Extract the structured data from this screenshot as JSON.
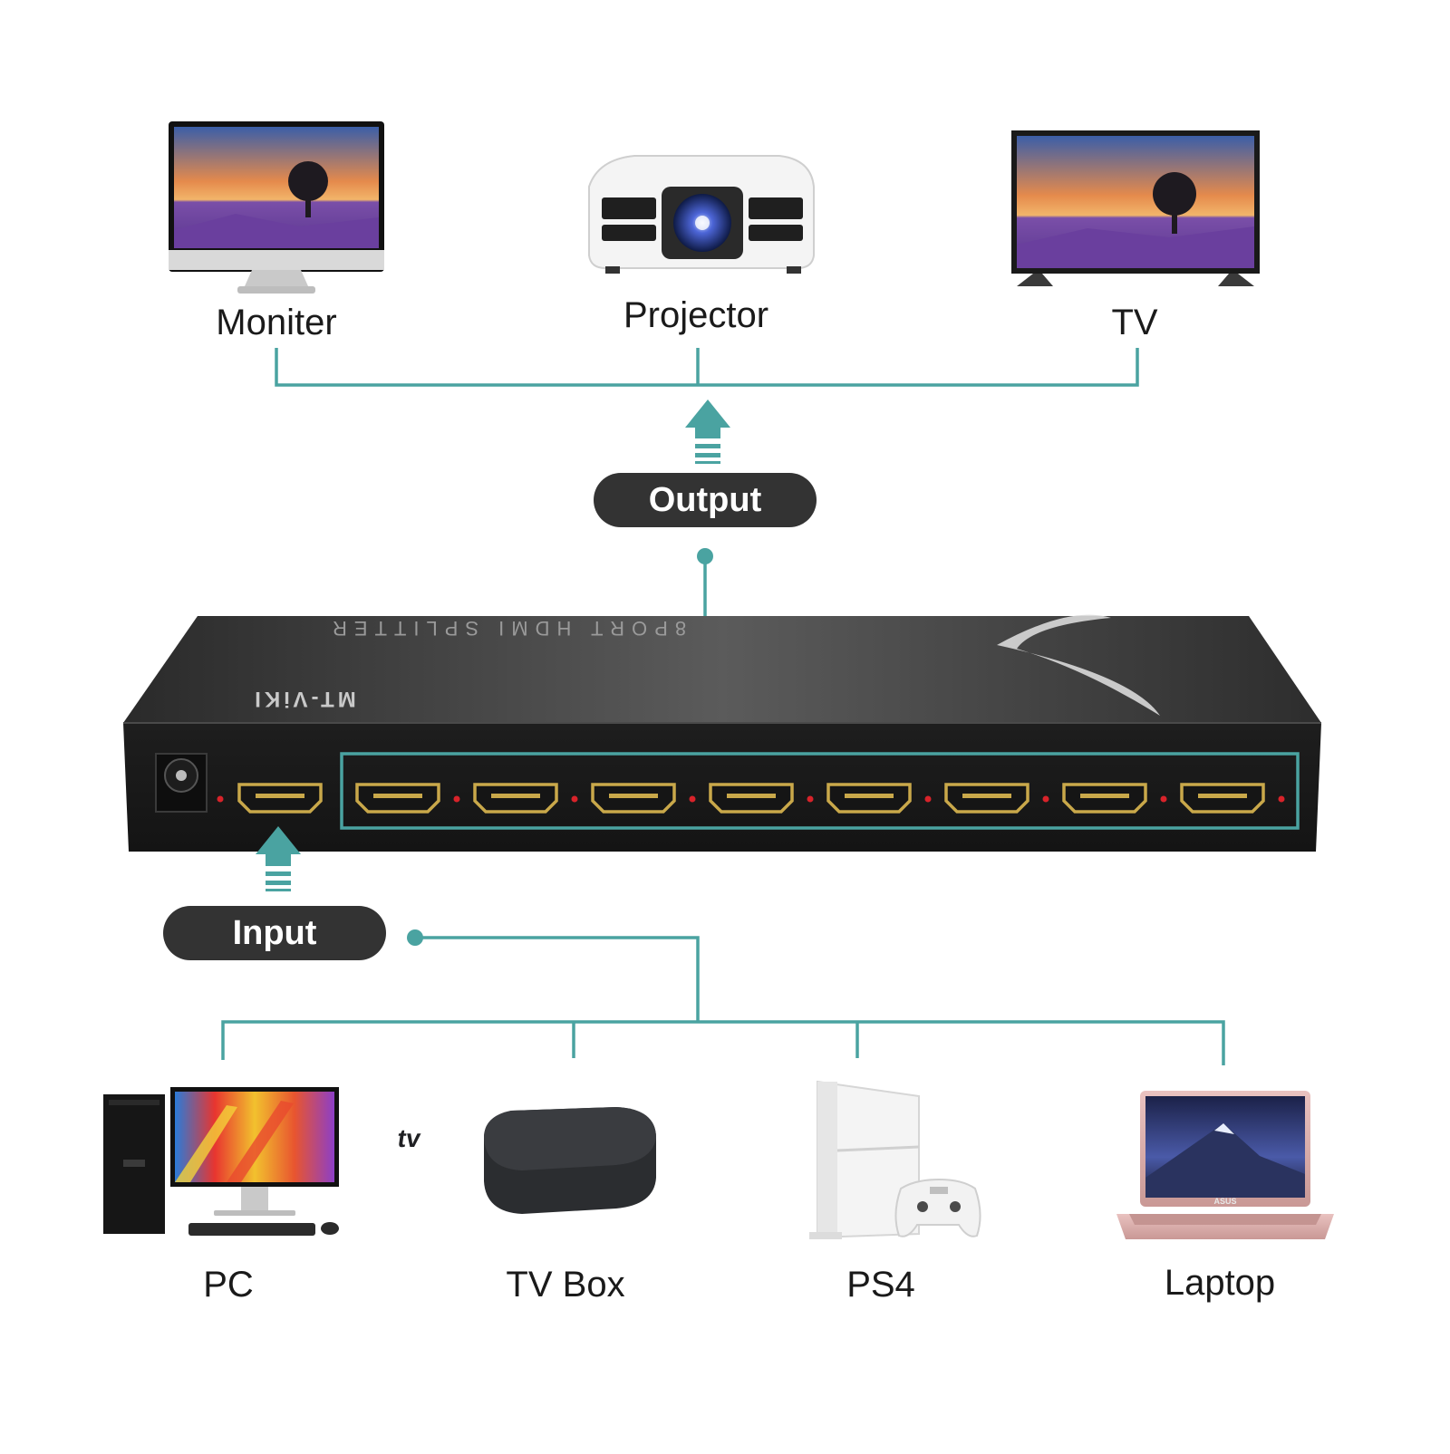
{
  "colors": {
    "connector": "#4aa3a1",
    "pill": "#333333",
    "device_body": "#262626",
    "port_gold": "#c9a84a",
    "led": "#d8232a"
  },
  "outputs": [
    {
      "label": "Moniter",
      "icon": "monitor-icon"
    },
    {
      "label": "Projector",
      "icon": "projector-icon"
    },
    {
      "label": "TV",
      "icon": "tv-icon"
    }
  ],
  "output_pill": "Output",
  "input_pill": "Input",
  "device": {
    "brand": "MT-ViKI",
    "model": "8PORT HDMI SPLITTER",
    "output_port_count": 8
  },
  "inputs": [
    {
      "label": "PC",
      "icon": "desktop-pc-icon"
    },
    {
      "label": "TV Box",
      "icon": "tv-box-icon"
    },
    {
      "label": "PS4",
      "icon": "game-console-icon"
    },
    {
      "label": "Laptop",
      "icon": "laptop-icon"
    }
  ]
}
